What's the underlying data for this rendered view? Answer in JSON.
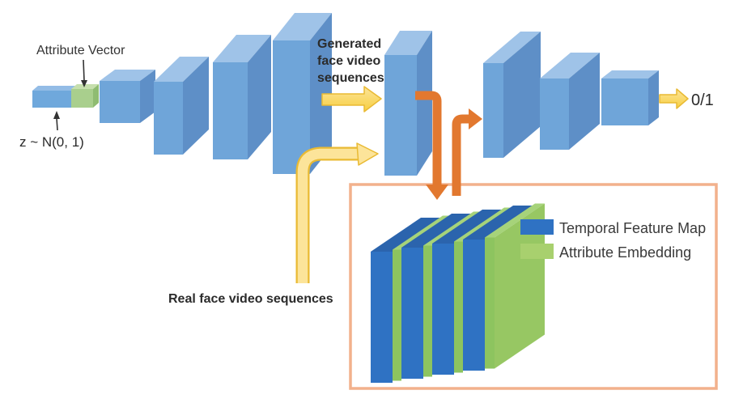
{
  "labels": {
    "attribute_vector": "Attribute Vector",
    "latent_vector": "z ~ N(0, 1)",
    "generated_line1": "Generated",
    "generated_line2": "face video",
    "generated_line3": "sequences",
    "real_sequences": "Real face video sequences",
    "output": "0/1"
  },
  "legend": {
    "items": [
      {
        "label": "Temporal Feature Map",
        "color": "#2f72c3"
      },
      {
        "label": "Attribute Embedding",
        "color": "#a8d06e"
      }
    ]
  },
  "inset": {
    "stack_layers": [
      "temporal",
      "attribute",
      "temporal",
      "attribute",
      "temporal",
      "attribute",
      "temporal",
      "attribute"
    ]
  },
  "colors": {
    "block_front": "#6fa5d9",
    "block_top": "#9fc3e8",
    "block_side": "#5e8fc7",
    "zbar_blue_front": "#6fa8dc",
    "zbar_blue_top": "#93bce6",
    "attr_green_front": "#a9cf8d",
    "attr_green_top": "#c6dfad",
    "attr_green_side": "#8fbc72",
    "temporal_blue_front": "#2f72c3",
    "temporal_blue_top": "#2b64ad",
    "attribute_green_front": "#8dc45f",
    "attribute_green_top": "#a6d37a",
    "attribute_green_side": "#97c763",
    "yellow_fill": "#f7cf40",
    "yellow_fill_light": "#fce49a",
    "yellow_stroke": "#e9ba33",
    "orange_arrow": "#e2782f",
    "inset_border": "#f2b18c",
    "legend_blue": "#2f72c3",
    "legend_green": "#a8d06e",
    "text_dark": "#2b2b2b",
    "annotation": "#333333"
  }
}
